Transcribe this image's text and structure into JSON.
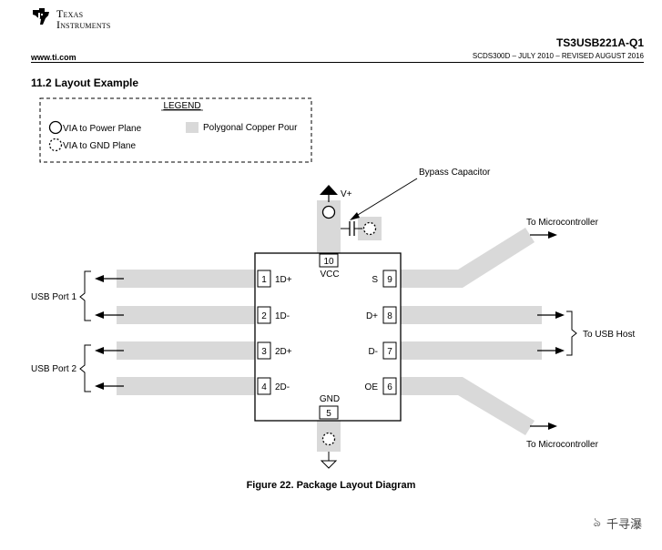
{
  "header": {
    "company_line1": "Texas",
    "company_line2": "Instruments",
    "url": "www.ti.com",
    "part_number": "TS3USB221A-Q1",
    "revision": "SCDS300D – JULY 2010 – REVISED AUGUST 2016"
  },
  "section_title": "11.2  Layout Example",
  "legend": {
    "title": "LEGEND",
    "via_power": "VIA to Power Plane",
    "via_gnd": "VIA to GND Plane",
    "copper_pour": "Polygonal Copper Pour"
  },
  "diagram": {
    "bypass_capacitor": "Bypass Capacitor",
    "vplus": "V+",
    "vcc": "VCC",
    "gnd": "GND",
    "to_microcontroller_top": "To Microcontroller",
    "to_microcontroller_bottom": "To Microcontroller",
    "to_usb_host": "To USB Host",
    "usb_port_1": "USB Port 1",
    "usb_port_2": "USB Port 2",
    "pins": {
      "p1": {
        "num": "1",
        "name": "1D+"
      },
      "p2": {
        "num": "2",
        "name": "1D-"
      },
      "p3": {
        "num": "3",
        "name": "2D+"
      },
      "p4": {
        "num": "4",
        "name": "2D-"
      },
      "p5": {
        "num": "5"
      },
      "p6": {
        "num": "6",
        "name": "OE"
      },
      "p7": {
        "num": "7",
        "name": "D-"
      },
      "p8": {
        "num": "8",
        "name": "D+"
      },
      "p9": {
        "num": "9",
        "name": "S"
      },
      "p10": {
        "num": "10"
      }
    }
  },
  "caption": "Figure 22.  Package Layout Diagram",
  "watermark": "千寻瀑",
  "colors": {
    "copper": "#d9d9d9",
    "line": "#000000"
  }
}
